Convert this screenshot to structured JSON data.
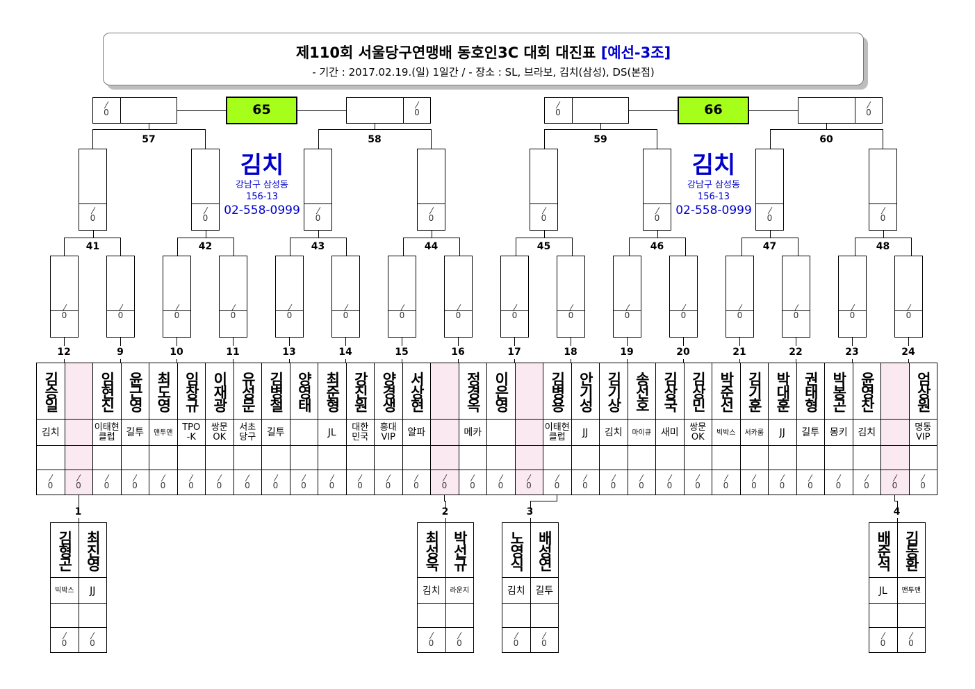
{
  "header": {
    "title_main": "제110회 서울당구연맹배 동호인3C 대회 대진표",
    "title_group": "[예선-3조]",
    "subtitle": "- 기간 : 2017.02.19.(일) 1일간 / - 장소 : SL, 브라보, 김치(삼성), DS(본점)"
  },
  "score_placeholder": "0",
  "venue": {
    "name": "김치",
    "address_line1": "강남구 삼성동",
    "address_line2": "156-13",
    "phone": "02-558-0999"
  },
  "finals": [
    "65",
    "66"
  ],
  "round3_labels": [
    "57",
    "58",
    "59",
    "60"
  ],
  "round2_labels": [
    "41",
    "42",
    "43",
    "44",
    "45",
    "46",
    "47",
    "48"
  ],
  "main_matches": [
    {
      "label": "12",
      "players": [
        {
          "name": "김승일",
          "club": "김치"
        },
        {
          "name": "",
          "club": ""
        }
      ]
    },
    {
      "label": "9",
      "players": [
        {
          "name": "임현진",
          "club": "이태현 클럽"
        },
        {
          "name": "윤근영",
          "club": "길투"
        }
      ]
    },
    {
      "label": "10",
      "players": [
        {
          "name": "최도영",
          "club": "맨투맨"
        },
        {
          "name": "임창규",
          "club": "TPO -K"
        }
      ]
    },
    {
      "label": "11",
      "players": [
        {
          "name": "이재광",
          "club": "쌍문 OK"
        },
        {
          "name": "유성문",
          "club": "서초 당구"
        }
      ]
    },
    {
      "label": "13",
      "players": [
        {
          "name": "김병철",
          "club": "길투"
        },
        {
          "name": "양영태",
          "club": ""
        }
      ]
    },
    {
      "label": "14",
      "players": [
        {
          "name": "최준형",
          "club": "JL"
        },
        {
          "name": "강진원",
          "club": "대한 민국"
        }
      ]
    },
    {
      "label": "15",
      "players": [
        {
          "name": "양경생",
          "club": "홍대 VIP"
        },
        {
          "name": "서상현",
          "club": "알파"
        }
      ]
    },
    {
      "label": "16",
      "players": [
        {
          "name": "",
          "club": ""
        },
        {
          "name": "정경옥",
          "club": "메카"
        }
      ]
    },
    {
      "label": "17",
      "players": [
        {
          "name": "이은영",
          "club": ""
        },
        {
          "name": "",
          "club": ""
        }
      ]
    },
    {
      "label": "18",
      "players": [
        {
          "name": "김병용",
          "club": "이태현 클럽"
        },
        {
          "name": "안기성",
          "club": "JJ"
        }
      ]
    },
    {
      "label": "19",
      "players": [
        {
          "name": "김기상",
          "club": "김치"
        },
        {
          "name": "송선호",
          "club": "마이큐"
        }
      ]
    },
    {
      "label": "20",
      "players": [
        {
          "name": "김상국",
          "club": "새미"
        },
        {
          "name": "김상민",
          "club": "쌍문 OK"
        }
      ]
    },
    {
      "label": "21",
      "players": [
        {
          "name": "박준선",
          "club": "빅박스"
        },
        {
          "name": "김기훈",
          "club": "서카룸"
        }
      ]
    },
    {
      "label": "22",
      "players": [
        {
          "name": "박대훈",
          "club": "JJ"
        },
        {
          "name": "권태형",
          "club": "길투"
        }
      ]
    },
    {
      "label": "23",
      "players": [
        {
          "name": "박봉곤",
          "club": "몽키"
        },
        {
          "name": "윤영찬",
          "club": "김치"
        }
      ]
    },
    {
      "label": "24",
      "players": [
        {
          "name": "",
          "club": ""
        },
        {
          "name": "엄상원",
          "club": "명동 VIP"
        }
      ]
    }
  ],
  "prelim_matches": [
    {
      "label": "1",
      "players": [
        {
          "name": "김형곤",
          "club": "빅박스"
        },
        {
          "name": "최진영",
          "club": "JJ"
        }
      ]
    },
    {
      "label": "2",
      "players": [
        {
          "name": "최성욱",
          "club": "김치"
        },
        {
          "name": "박선규",
          "club": "라운지"
        }
      ]
    },
    {
      "label": "3",
      "players": [
        {
          "name": "노영식",
          "club": "김치"
        },
        {
          "name": "배성연",
          "club": "길투"
        }
      ]
    },
    {
      "label": "4",
      "players": [
        {
          "name": "배준석",
          "club": "JL"
        },
        {
          "name": "김동환",
          "club": "맨투맨"
        }
      ]
    }
  ]
}
